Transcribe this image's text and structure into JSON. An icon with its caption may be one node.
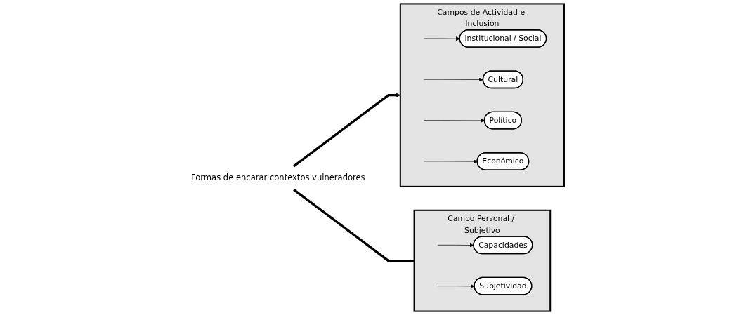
{
  "diagram": {
    "nodes": [
      {
        "text": [
          "Formas de encarar contextos vulneradores"
        ]
      },
      {
        "text": [
          "Campos de Actividad e Inclusión"
        ]
      },
      {
        "text": [
          "Institucional / Social"
        ],
        "in": 1
      },
      {
        "text": [
          "Cultural"
        ],
        "in": 1
      },
      {
        "text": [
          "Político"
        ],
        "in": 1
      },
      {
        "text": [
          "Económico"
        ],
        "in": 1
      },
      {
        "text": [
          "Campo Personal / Subjetivo"
        ]
      },
      {
        "text": [
          "Capacidades"
        ],
        "in": 6
      },
      {
        "text": [
          "Subjetividad"
        ],
        "in": 6
      }
    ],
    "edges": [
      {
        "from": 0,
        "to": 1,
        "arrow": "to",
        "style": "thick"
      },
      {
        "from": 0,
        "to": 6,
        "arrow": "none",
        "style": "thick"
      },
      {
        "from": null,
        "to": 2,
        "arrow": "to"
      },
      {
        "from": null,
        "to": 3,
        "arrow": "to"
      },
      {
        "from": null,
        "to": 4,
        "arrow": "to"
      },
      {
        "from": null,
        "to": 5,
        "arrow": "to"
      },
      {
        "from": null,
        "to": 7,
        "arrow": "to"
      },
      {
        "from": null,
        "to": 8,
        "arrow": "to"
      }
    ]
  }
}
